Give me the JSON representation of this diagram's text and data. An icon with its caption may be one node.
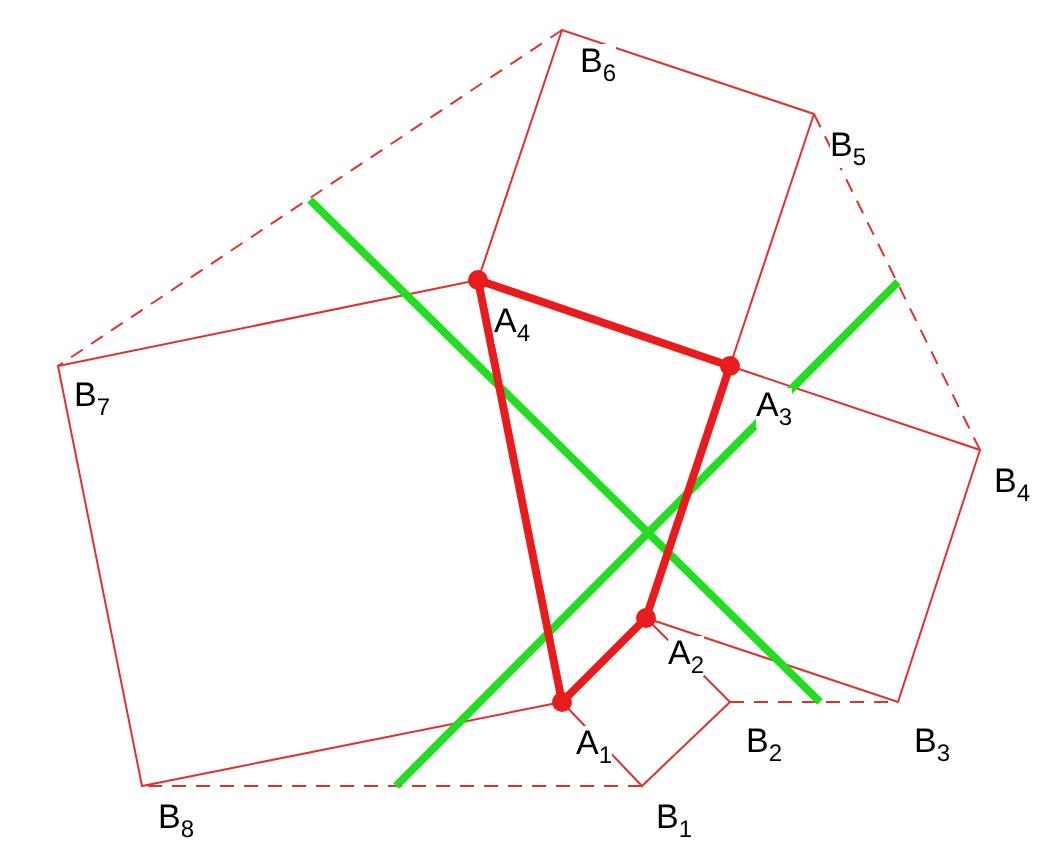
{
  "diagram": {
    "labels": [
      "B$_{6}$",
      "B$_{5}$",
      "A$_{4}$",
      "B$_{7}$",
      "A$_{3}$",
      "B$_{4}$",
      "A$_{2}$",
      "A$_{1}$",
      "B$_{2}$",
      "B$_{3}$",
      "B$_{8}$",
      "B$_{1}$"
    ]
  }
}
